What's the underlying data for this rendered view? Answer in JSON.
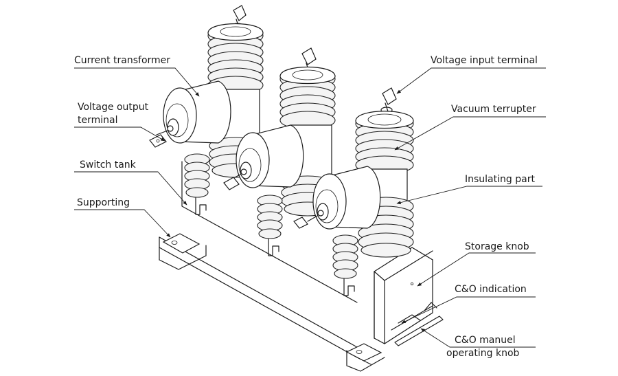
{
  "labels": {
    "current_transformer": "Current transformer",
    "voltage_output_terminal_line1": "Voltage output",
    "voltage_output_terminal_line2": "terminal",
    "switch_tank": "Switch tank",
    "supporting": "Supporting",
    "voltage_input_terminal": "Voltage input terminal",
    "vacuum_terrupter": "Vacuum terrupter",
    "insulating_part": "Insulating part",
    "storage_knob": "Storage knob",
    "co_indication": "C&O indication",
    "co_manuel_line1": "C&O manuel",
    "co_manuel_line2": "operating knob"
  }
}
